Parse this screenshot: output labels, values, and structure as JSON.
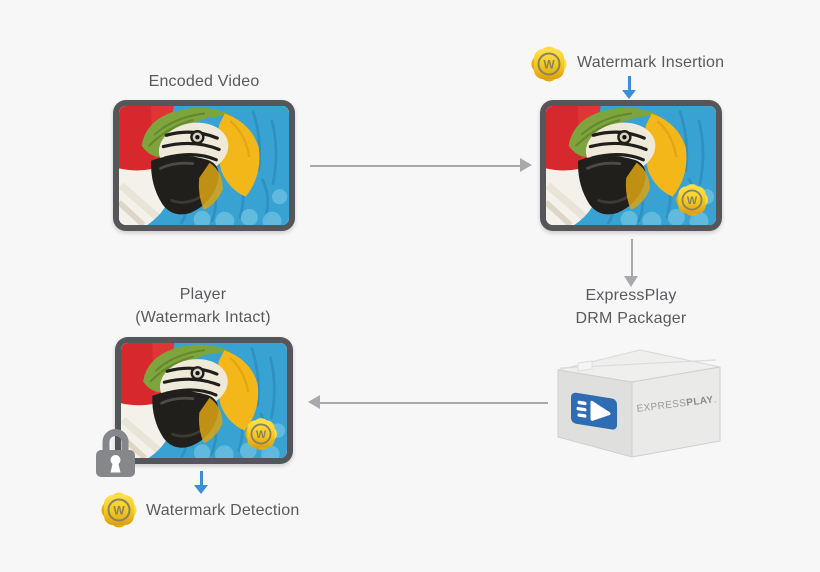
{
  "colors": {
    "background": "#f7f7f8",
    "text_gray": "#595a5e",
    "arrow_gray": "#a7a9ac",
    "accent_blue": "#3b8ede",
    "badge_gold": "#f5c71f",
    "badge_mark": "#87835c",
    "frame_gray": "#545659",
    "logo_blue": "#2e6cb3",
    "lock_gray": "#85878a"
  },
  "nodes": {
    "encoded_video": {
      "label": "Encoded Video"
    },
    "watermark_insertion": {
      "label": "Watermark Insertion"
    },
    "drm_packager": {
      "line1": "ExpressPlay",
      "line2": "DRM Packager"
    },
    "player": {
      "line1": "Player",
      "line2": "(Watermark Intact)"
    },
    "watermark_detection": {
      "label": "Watermark Detection"
    }
  },
  "badge": {
    "letter": "W"
  },
  "box_brand": {
    "regular": "EXPRESS",
    "bold": "PLAY",
    "suffix": "."
  }
}
